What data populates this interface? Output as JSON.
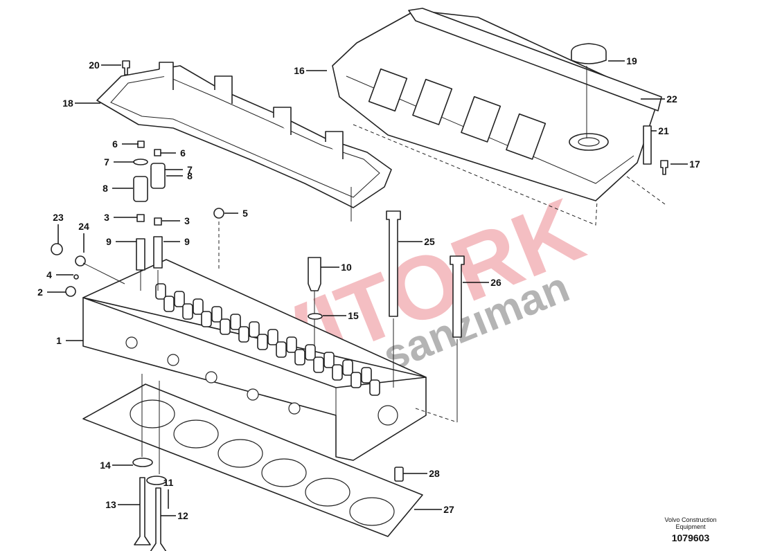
{
  "title": "Cylinder head, valve cover and valve train",
  "watermark": {
    "brand": "VITORK",
    "sub": "şanzıman"
  },
  "credit": {
    "company": "Volvo Construction",
    "company_line2": "Equipment",
    "drawing_number": "1079603"
  },
  "callouts": [
    "20",
    "18",
    "16",
    "19",
    "22",
    "21",
    "17",
    "6",
    "6",
    "7",
    "7",
    "8",
    "8",
    "3",
    "3",
    "9",
    "9",
    "5",
    "23",
    "24",
    "4",
    "2",
    "1",
    "10",
    "15",
    "25",
    "26",
    "14",
    "11",
    "13",
    "12",
    "28",
    "27"
  ]
}
